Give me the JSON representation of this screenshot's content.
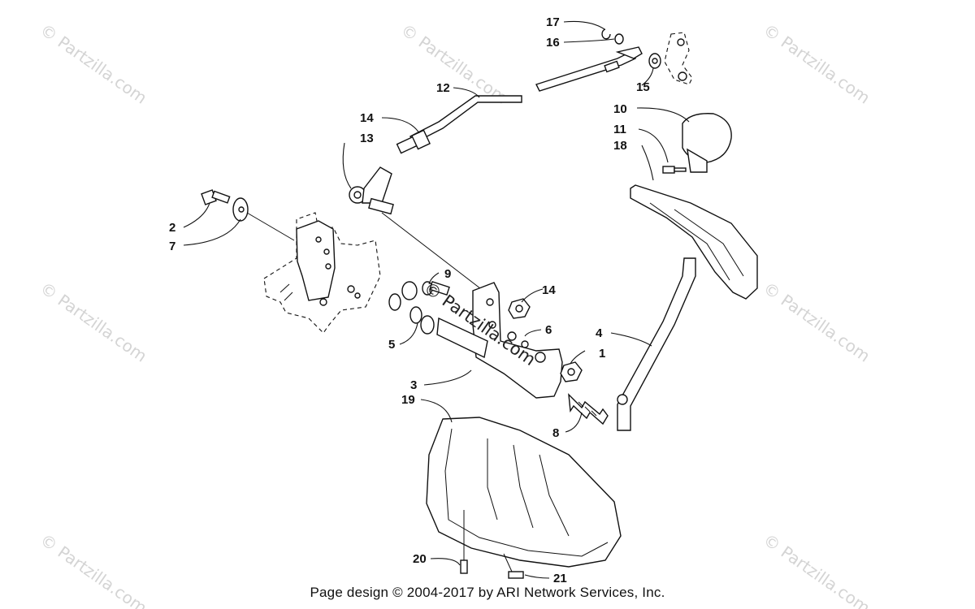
{
  "watermark": {
    "text": "© Partzilla.com",
    "center_text": "© Partzilla.com"
  },
  "callouts": [
    {
      "id": "c1",
      "label": "1"
    },
    {
      "id": "c2",
      "label": "2"
    },
    {
      "id": "c3",
      "label": "3"
    },
    {
      "id": "c4",
      "label": "4"
    },
    {
      "id": "c5",
      "label": "5"
    },
    {
      "id": "c6",
      "label": "6"
    },
    {
      "id": "c7",
      "label": "7"
    },
    {
      "id": "c8",
      "label": "8"
    },
    {
      "id": "c9",
      "label": "9"
    },
    {
      "id": "c10",
      "label": "10"
    },
    {
      "id": "c11",
      "label": "11"
    },
    {
      "id": "c12",
      "label": "12"
    },
    {
      "id": "c13",
      "label": "13"
    },
    {
      "id": "c14a",
      "label": "14"
    },
    {
      "id": "c14b",
      "label": "14"
    },
    {
      "id": "c15",
      "label": "15"
    },
    {
      "id": "c16",
      "label": "16"
    },
    {
      "id": "c17",
      "label": "17"
    },
    {
      "id": "c18",
      "label": "18"
    },
    {
      "id": "c19",
      "label": "19"
    },
    {
      "id": "c20",
      "label": "20"
    },
    {
      "id": "c21",
      "label": "21"
    }
  ],
  "footer": {
    "text": "Page design © 2004-2017 by ARI Network Services, Inc."
  }
}
